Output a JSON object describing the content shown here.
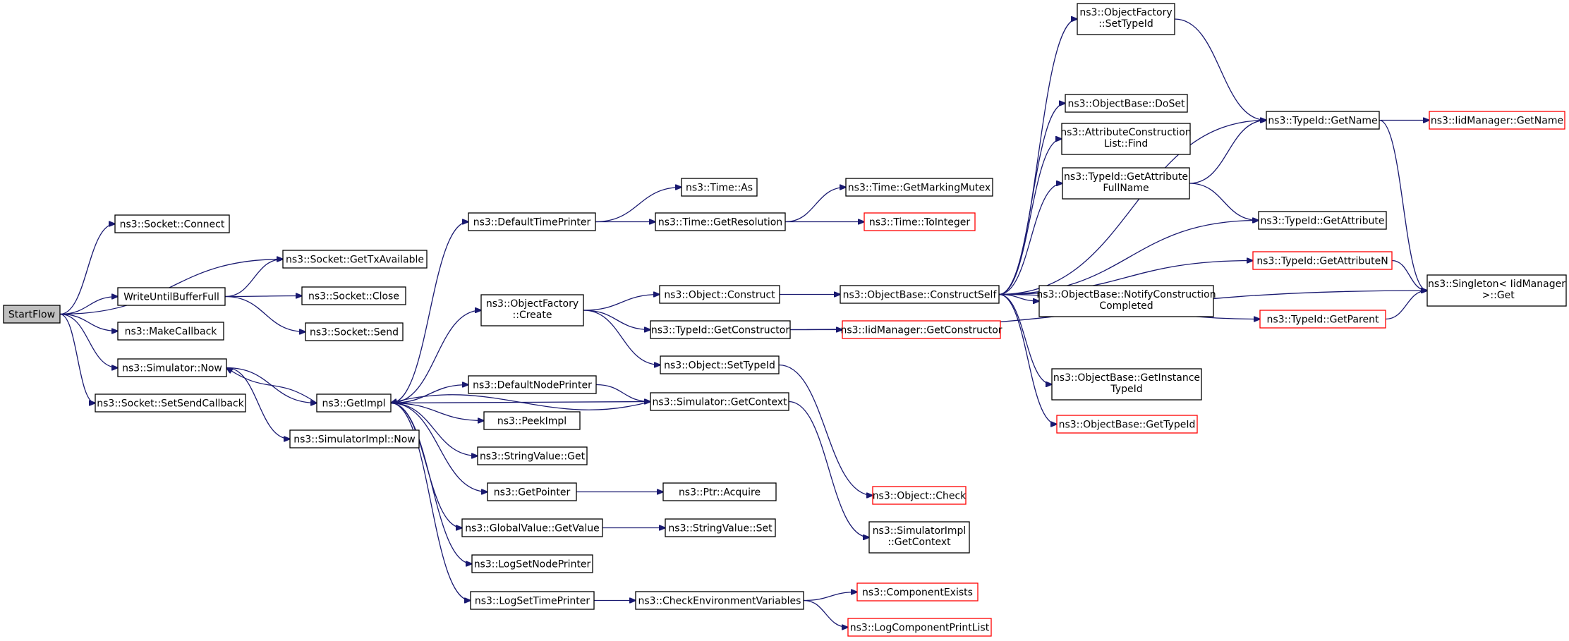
{
  "colors": {
    "edge": "#191970",
    "node_border": "#000000",
    "node_border_truncated": "#ff0000",
    "root_fill": "#bfbfbf",
    "node_fill": "#ffffff"
  },
  "nodes": {
    "n00": {
      "lines": [
        "StartFlow"
      ],
      "truncated": false,
      "root": true
    },
    "n01": {
      "lines": [
        "ns3::Socket::Connect"
      ],
      "truncated": false
    },
    "n02": {
      "lines": [
        "ns3::Socket::GetTxAvailable"
      ],
      "truncated": false
    },
    "n03": {
      "lines": [
        "WriteUntilBufferFull"
      ],
      "truncated": false
    },
    "n04": {
      "lines": [
        "ns3::Socket::Close"
      ],
      "truncated": false
    },
    "n05": {
      "lines": [
        "ns3::Socket::Send"
      ],
      "truncated": false
    },
    "n06": {
      "lines": [
        "ns3::MakeCallback"
      ],
      "truncated": false
    },
    "n07": {
      "lines": [
        "ns3::Simulator::Now"
      ],
      "truncated": false
    },
    "n08": {
      "lines": [
        "ns3::Socket::SetSendCallback"
      ],
      "truncated": false
    },
    "n09": {
      "lines": [
        "ns3::GetImpl"
      ],
      "truncated": false
    },
    "n10": {
      "lines": [
        "ns3::SimulatorImpl::Now"
      ],
      "truncated": false
    },
    "n11": {
      "lines": [
        "ns3::DefaultTimePrinter"
      ],
      "truncated": false
    },
    "n12": {
      "lines": [
        "ns3::Time::As"
      ],
      "truncated": false
    },
    "n13": {
      "lines": [
        "ns3::Time::GetResolution"
      ],
      "truncated": false
    },
    "n14": {
      "lines": [
        "ns3::Time::GetMarkingMutex"
      ],
      "truncated": false
    },
    "n15": {
      "lines": [
        "ns3::Time::ToInteger"
      ],
      "truncated": true
    },
    "n16": {
      "lines": [
        "ns3::ObjectFactory",
        "::Create"
      ],
      "truncated": false
    },
    "n17": {
      "lines": [
        "ns3::Object::Construct"
      ],
      "truncated": false
    },
    "n18": {
      "lines": [
        "ns3::TypeId::GetConstructor"
      ],
      "truncated": false
    },
    "n19": {
      "lines": [
        "ns3::IidManager::GetConstructor"
      ],
      "truncated": true
    },
    "n20": {
      "lines": [
        "ns3::Object::SetTypeId"
      ],
      "truncated": false
    },
    "n21": {
      "lines": [
        "ns3::DefaultNodePrinter"
      ],
      "truncated": false
    },
    "n22": {
      "lines": [
        "ns3::Simulator::GetContext"
      ],
      "truncated": false
    },
    "n23": {
      "lines": [
        "ns3::PeekImpl"
      ],
      "truncated": false
    },
    "n24": {
      "lines": [
        "ns3::StringValue::Get"
      ],
      "truncated": false
    },
    "n25": {
      "lines": [
        "ns3::GetPointer"
      ],
      "truncated": false
    },
    "n26": {
      "lines": [
        "ns3::Ptr::Acquire"
      ],
      "truncated": false
    },
    "n27": {
      "lines": [
        "ns3::GlobalValue::GetValue"
      ],
      "truncated": false
    },
    "n28": {
      "lines": [
        "ns3::StringValue::Set"
      ],
      "truncated": false
    },
    "n29": {
      "lines": [
        "ns3::LogSetNodePrinter"
      ],
      "truncated": false
    },
    "n30": {
      "lines": [
        "ns3::LogSetTimePrinter"
      ],
      "truncated": false
    },
    "n31": {
      "lines": [
        "ns3::CheckEnvironmentVariables"
      ],
      "truncated": false
    },
    "n32": {
      "lines": [
        "ns3::ComponentExists"
      ],
      "truncated": true
    },
    "n33": {
      "lines": [
        "ns3::LogComponentPrintList"
      ],
      "truncated": true
    },
    "n34": {
      "lines": [
        "ns3::ObjectBase::ConstructSelf"
      ],
      "truncated": false
    },
    "n35": {
      "lines": [
        "ns3::ObjectFactory",
        "::SetTypeId"
      ],
      "truncated": false
    },
    "n36": {
      "lines": [
        "ns3::ObjectBase::DoSet"
      ],
      "truncated": false
    },
    "n37": {
      "lines": [
        "ns3::AttributeConstruction",
        "List::Find"
      ],
      "truncated": false
    },
    "n38": {
      "lines": [
        "ns3::TypeId::GetAttribute",
        "FullName"
      ],
      "truncated": false
    },
    "n39": {
      "lines": [
        "ns3::ObjectBase::NotifyConstruction",
        "Completed"
      ],
      "truncated": false
    },
    "n40": {
      "lines": [
        "ns3::ObjectBase::GetInstance",
        "TypeId"
      ],
      "truncated": false
    },
    "n41": {
      "lines": [
        "ns3::ObjectBase::GetTypeId"
      ],
      "truncated": true
    },
    "n42": {
      "lines": [
        "ns3::Object::Check"
      ],
      "truncated": true
    },
    "n43": {
      "lines": [
        "ns3::SimulatorImpl",
        "::GetContext"
      ],
      "truncated": false
    },
    "n44": {
      "lines": [
        "ns3::TypeId::GetName"
      ],
      "truncated": false
    },
    "n45": {
      "lines": [
        "ns3::IidManager::GetName"
      ],
      "truncated": true
    },
    "n46": {
      "lines": [
        "ns3::TypeId::GetAttribute"
      ],
      "truncated": false
    },
    "n47": {
      "lines": [
        "ns3::TypeId::GetAttributeN"
      ],
      "truncated": true
    },
    "n48": {
      "lines": [
        "ns3::TypeId::GetParent"
      ],
      "truncated": true
    },
    "n49": {
      "lines": [
        "ns3::Singleton< IidManager",
        " >::Get"
      ],
      "truncated": false
    }
  },
  "edges": [
    [
      "n00",
      "n01"
    ],
    [
      "n00",
      "n02"
    ],
    [
      "n00",
      "n03"
    ],
    [
      "n00",
      "n06"
    ],
    [
      "n00",
      "n07"
    ],
    [
      "n00",
      "n08"
    ],
    [
      "n03",
      "n02"
    ],
    [
      "n03",
      "n04"
    ],
    [
      "n03",
      "n05"
    ],
    [
      "n07",
      "n09"
    ],
    [
      "n07",
      "n10"
    ],
    [
      "n09",
      "n07"
    ],
    [
      "n09",
      "n11"
    ],
    [
      "n09",
      "n16"
    ],
    [
      "n09",
      "n21"
    ],
    [
      "n09",
      "n22"
    ],
    [
      "n09",
      "n23"
    ],
    [
      "n09",
      "n24"
    ],
    [
      "n09",
      "n25"
    ],
    [
      "n09",
      "n27"
    ],
    [
      "n09",
      "n29"
    ],
    [
      "n09",
      "n30"
    ],
    [
      "n11",
      "n12"
    ],
    [
      "n11",
      "n13"
    ],
    [
      "n13",
      "n14"
    ],
    [
      "n13",
      "n15"
    ],
    [
      "n16",
      "n17"
    ],
    [
      "n16",
      "n18"
    ],
    [
      "n16",
      "n20"
    ],
    [
      "n17",
      "n34"
    ],
    [
      "n18",
      "n19"
    ],
    [
      "n18",
      "n49"
    ],
    [
      "n20",
      "n42"
    ],
    [
      "n21",
      "n22"
    ],
    [
      "n22",
      "n09"
    ],
    [
      "n22",
      "n43"
    ],
    [
      "n25",
      "n26"
    ],
    [
      "n27",
      "n28"
    ],
    [
      "n30",
      "n31"
    ],
    [
      "n31",
      "n32"
    ],
    [
      "n31",
      "n33"
    ],
    [
      "n34",
      "n35"
    ],
    [
      "n34",
      "n36"
    ],
    [
      "n34",
      "n37"
    ],
    [
      "n34",
      "n38"
    ],
    [
      "n34",
      "n39"
    ],
    [
      "n34",
      "n40"
    ],
    [
      "n34",
      "n41"
    ],
    [
      "n34",
      "n44"
    ],
    [
      "n34",
      "n46"
    ],
    [
      "n34",
      "n47"
    ],
    [
      "n34",
      "n48"
    ],
    [
      "n35",
      "n44"
    ],
    [
      "n38",
      "n44"
    ],
    [
      "n38",
      "n46"
    ],
    [
      "n44",
      "n45"
    ],
    [
      "n44",
      "n49"
    ],
    [
      "n47",
      "n49"
    ],
    [
      "n48",
      "n49"
    ]
  ]
}
